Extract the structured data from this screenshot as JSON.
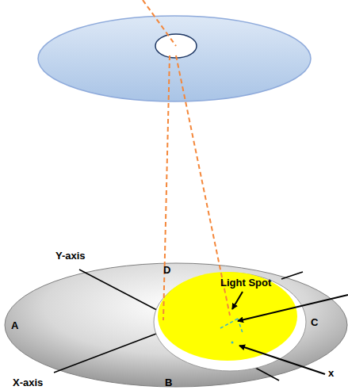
{
  "diagram": {
    "labels": [
      "D",
      "A",
      "B",
      "C",
      "Y-axis",
      "X-axis",
      "Light Spot",
      "x"
    ]
  }
}
